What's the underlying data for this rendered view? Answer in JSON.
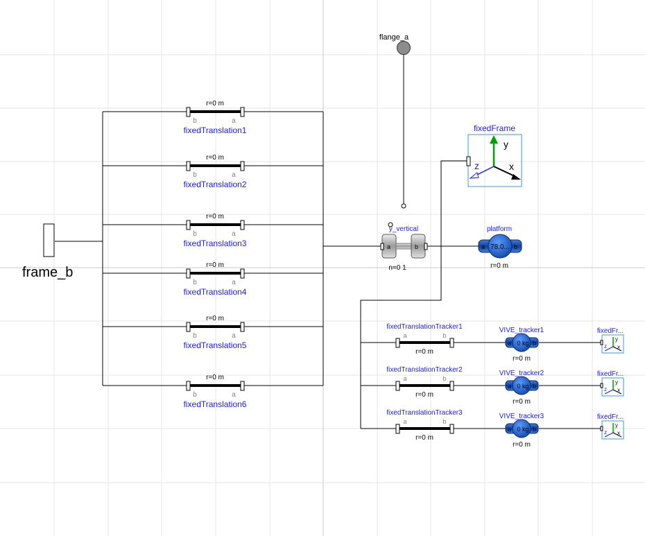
{
  "frame_b": {
    "label": "frame_b"
  },
  "flange_a": {
    "label": "flange_a"
  },
  "fixed_frame": {
    "label": "fixedFrame",
    "axis_y": "y",
    "axis_x": "x",
    "axis_z": "z"
  },
  "prismatic": {
    "label": "y_vertical",
    "port_a": "a",
    "port_b": "b",
    "param": "n=0 1"
  },
  "platform": {
    "label": "platform",
    "mass": "78.0...",
    "port_a": "a",
    "port_b": "b",
    "param": "r=0 m"
  },
  "translations": [
    {
      "label": "fixedTranslation1",
      "param": "r=0 m",
      "port_b": "b",
      "port_a": "a"
    },
    {
      "label": "fixedTranslation2",
      "param": "r=0 m",
      "port_b": "b",
      "port_a": "a"
    },
    {
      "label": "fixedTranslation3",
      "param": "r=0 m",
      "port_b": "b",
      "port_a": "a"
    },
    {
      "label": "fixedTranslation4",
      "param": "r=0 m",
      "port_b": "b",
      "port_a": "a"
    },
    {
      "label": "fixedTranslation5",
      "param": "r=0 m",
      "port_b": "b",
      "port_a": "a"
    },
    {
      "label": "fixedTranslation6",
      "param": "r=0 m",
      "port_b": "b",
      "port_a": "a"
    }
  ],
  "trackers": [
    {
      "translation_label": "fixedTranslationTracker1",
      "translation_param": "r=0 m",
      "port_a": "a",
      "port_b": "b",
      "body_label": "VIVE_tracker1",
      "body_mass": "0 kg",
      "body_port_a": "a",
      "body_port_b": "b",
      "body_param": "r=0 m",
      "frame_label": "fixedFr...",
      "axis_y": "y",
      "axis_x": "x",
      "axis_z": "z"
    },
    {
      "translation_label": "fixedTranslationTracker2",
      "translation_param": "r=0 m",
      "port_a": "a",
      "port_b": "b",
      "body_label": "VIVE_tracker2",
      "body_mass": "0 kg",
      "body_port_a": "a",
      "body_port_b": "b",
      "body_param": "r=0 m",
      "frame_label": "fixedFr...",
      "axis_y": "y",
      "axis_x": "x",
      "axis_z": "z"
    },
    {
      "translation_label": "fixedTranslationTracker3",
      "translation_param": "r=0 m",
      "port_a": "a",
      "port_b": "b",
      "body_label": "VIVE_tracker3",
      "body_mass": "0 kg",
      "body_port_a": "a",
      "body_port_b": "b",
      "body_param": "r=0 m",
      "frame_label": "fixedFr...",
      "axis_y": "y",
      "axis_x": "x",
      "axis_z": "z"
    }
  ],
  "colors": {
    "label_blue": "#1a1aff",
    "body_blue": "#1f5fc8",
    "axis_green": "#00a000",
    "grid": "#e6e6e6",
    "frame_border": "#3a9ad9"
  }
}
